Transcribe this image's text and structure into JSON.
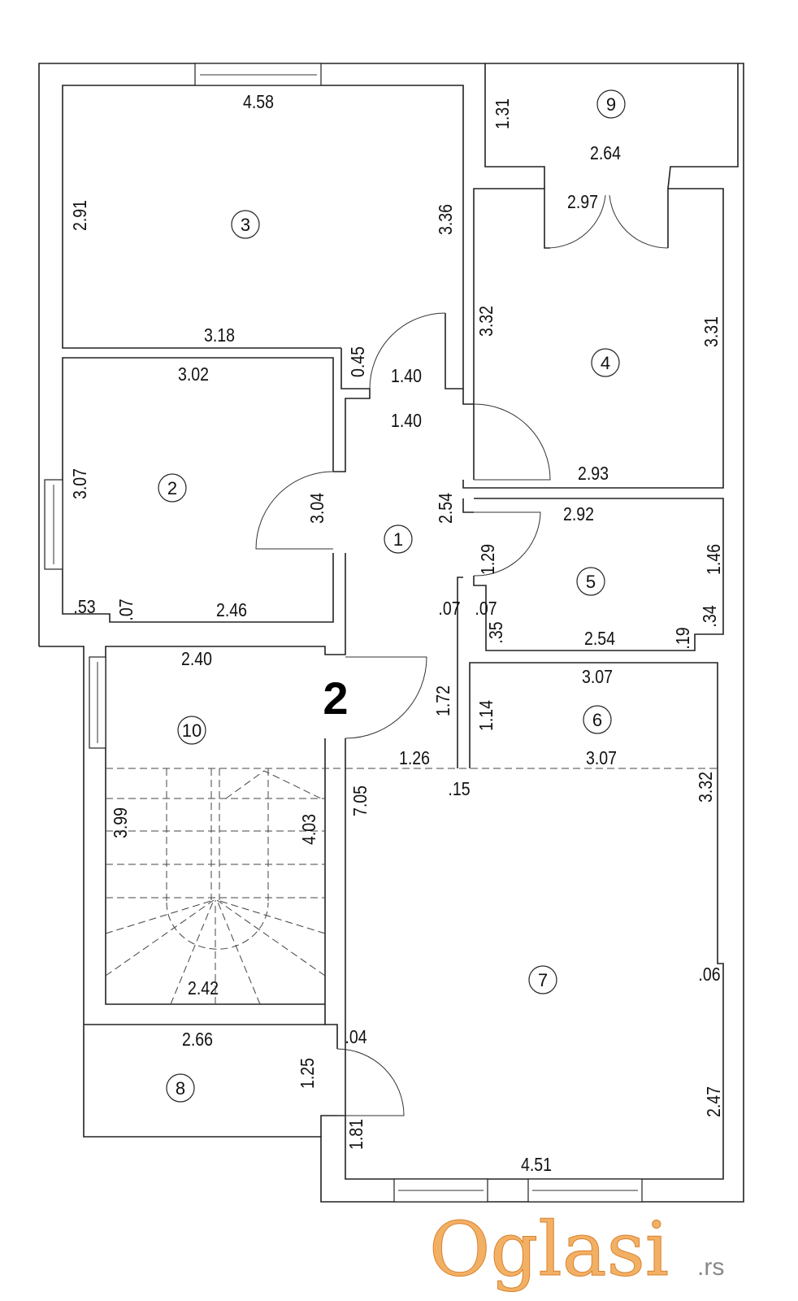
{
  "floor_label": "2",
  "rooms": [
    "1",
    "2",
    "3",
    "4",
    "5",
    "6",
    "7",
    "8",
    "9",
    "10"
  ],
  "dimensions": [
    "4.58",
    "2.91",
    "3.36",
    "3.18",
    "0.45",
    "1.40",
    "1.40",
    "3.02",
    "3.07",
    "3.04",
    ".53",
    ".07",
    "2.46",
    "1.31",
    "2.64",
    "2.97",
    "3.32",
    "3.31",
    "2.93",
    "2.54",
    "2.92",
    "1.29",
    "1.46",
    ".07",
    ".07",
    ".35",
    "2.54",
    ".19",
    ".34",
    "2.40",
    "1.72",
    "1.14",
    "3.07",
    "1.26",
    "3.07",
    ".15",
    "3.32",
    "7.05",
    "3.99",
    "4.03",
    "2.42",
    ".06",
    "2.66",
    ".04",
    "1.25",
    "2.47",
    "1.81",
    "4.51"
  ],
  "watermark": {
    "brand": "Oglasi",
    "tld": ".rs",
    "color": "#f0a24a"
  }
}
